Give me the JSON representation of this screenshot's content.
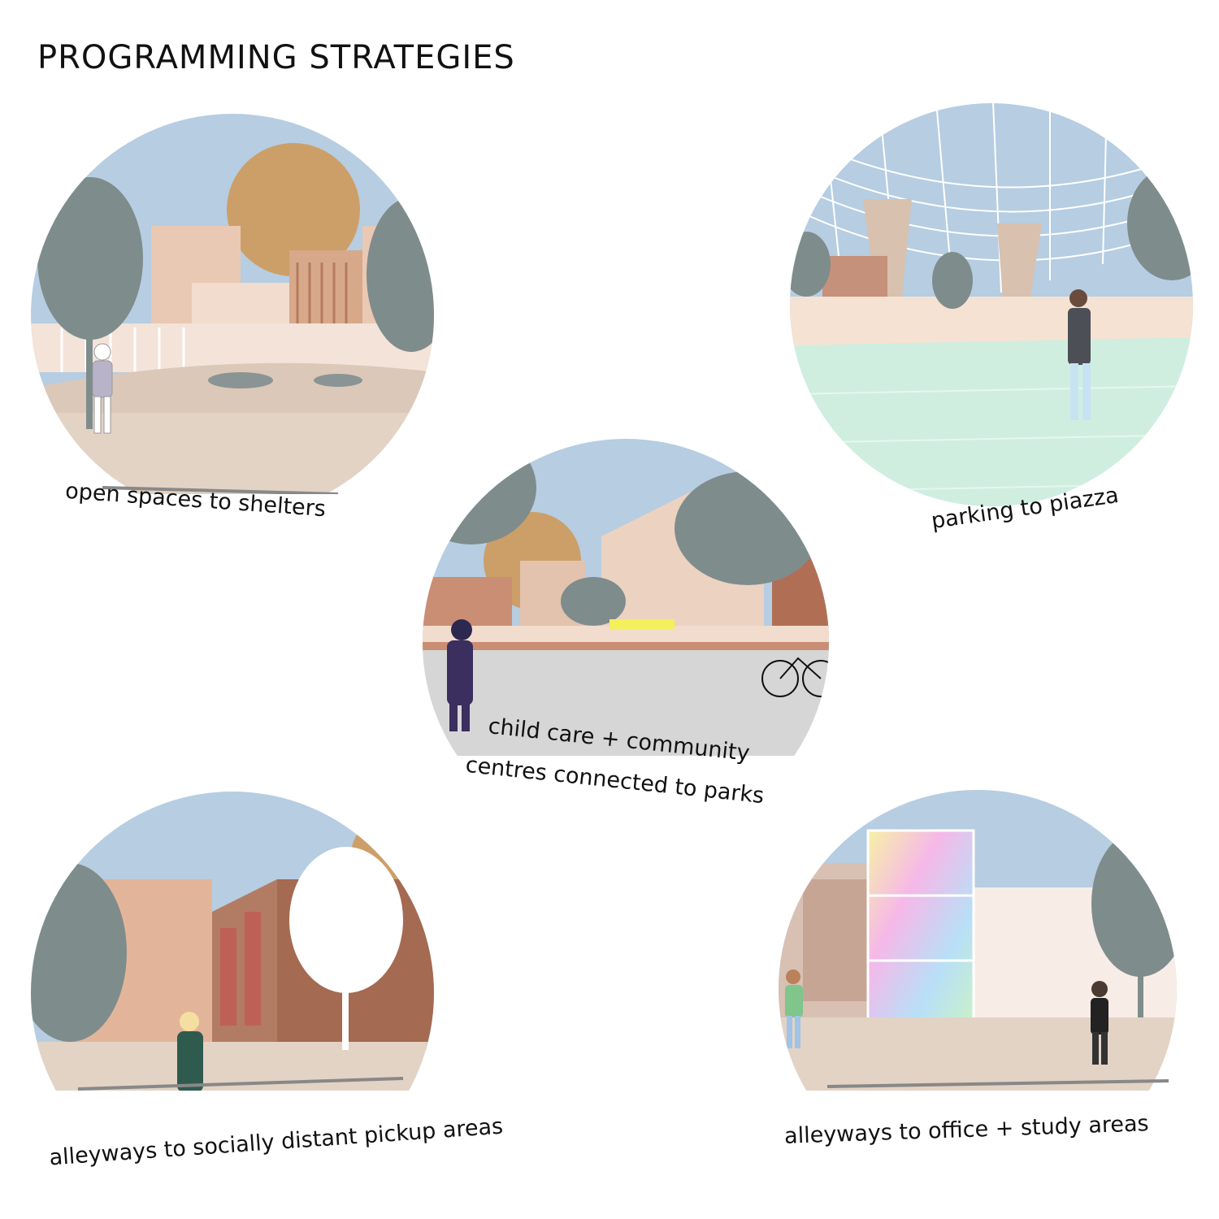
{
  "title": "PROGRAMMING STRATEGIES",
  "colors": {
    "sky": "#b6cde2",
    "sun": "#cd9f68",
    "tree": "#7f8c8c",
    "ground": "#e3d3c5",
    "plaza_green": "#cfeee0",
    "brick_light": "#e6b9a0",
    "brick_dark": "#a46a52",
    "road": "#d6d6d6"
  },
  "strategies": [
    {
      "id": "open-spaces",
      "caption": "open spaces to shelters"
    },
    {
      "id": "parking",
      "caption": "parking to piazza"
    },
    {
      "id": "childcare",
      "caption_lines": [
        "child care + community",
        "centres connected to parks"
      ]
    },
    {
      "id": "alleyways-pickup",
      "caption": "alleyways to socially distant pickup areas"
    },
    {
      "id": "alleyways-office",
      "caption": "alleyways to office + study areas"
    }
  ]
}
